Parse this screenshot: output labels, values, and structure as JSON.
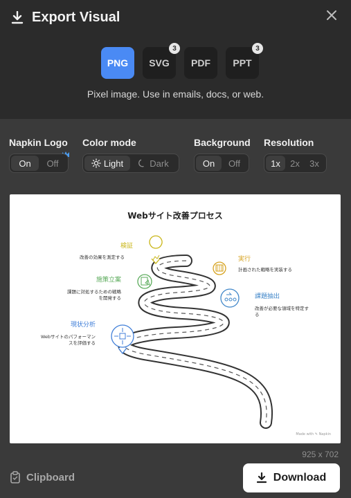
{
  "header": {
    "title": "Export Visual"
  },
  "formats": [
    {
      "label": "PNG",
      "active": true,
      "badge": ""
    },
    {
      "label": "SVG",
      "active": false,
      "badge": "3"
    },
    {
      "label": "PDF",
      "active": false,
      "badge": ""
    },
    {
      "label": "PPT",
      "active": false,
      "badge": "3"
    }
  ],
  "format_description": "Pixel image. Use in emails, docs, or web.",
  "options": {
    "napkin_logo": {
      "label": "Napkin Logo",
      "choices": [
        "On",
        "Off"
      ],
      "selected": "On"
    },
    "color_mode": {
      "label": "Color mode",
      "choices": [
        "Light",
        "Dark"
      ],
      "selected": "Light"
    },
    "background": {
      "label": "Background",
      "choices": [
        "On",
        "Off"
      ],
      "selected": "On"
    },
    "resolution": {
      "label": "Resolution",
      "choices": [
        "1x",
        "2x",
        "3x"
      ],
      "selected": "1x"
    }
  },
  "preview": {
    "title": "Webサイト改善プロセス",
    "steps": [
      {
        "heading": "検証",
        "text": "改善の効果を測定する",
        "color": "#c9b515"
      },
      {
        "heading": "実行",
        "text": "計画された戦略を実装する",
        "color": "#d6a21e"
      },
      {
        "heading": "施策立案",
        "text_lines": [
          "課題に対処するための戦略",
          "を開発する"
        ],
        "color": "#5aaa5a"
      },
      {
        "heading": "課題抽出",
        "text_lines": [
          "改善が必要な領域を特定す",
          "る"
        ],
        "color": "#3f86c9"
      },
      {
        "heading": "現状分析",
        "text_lines": [
          "Webサイトのパフォーマン",
          "スを評価する"
        ],
        "color": "#3f7ed8"
      }
    ],
    "watermark": "Made with ✎ Napkin"
  },
  "dimensions": "925 x 702",
  "footer": {
    "clipboard_label": "Clipboard",
    "download_label": "Download"
  },
  "colors": {
    "accent": "#4a8af4",
    "panel_dark": "#2b2b2b",
    "body": "#3a3a3a"
  }
}
